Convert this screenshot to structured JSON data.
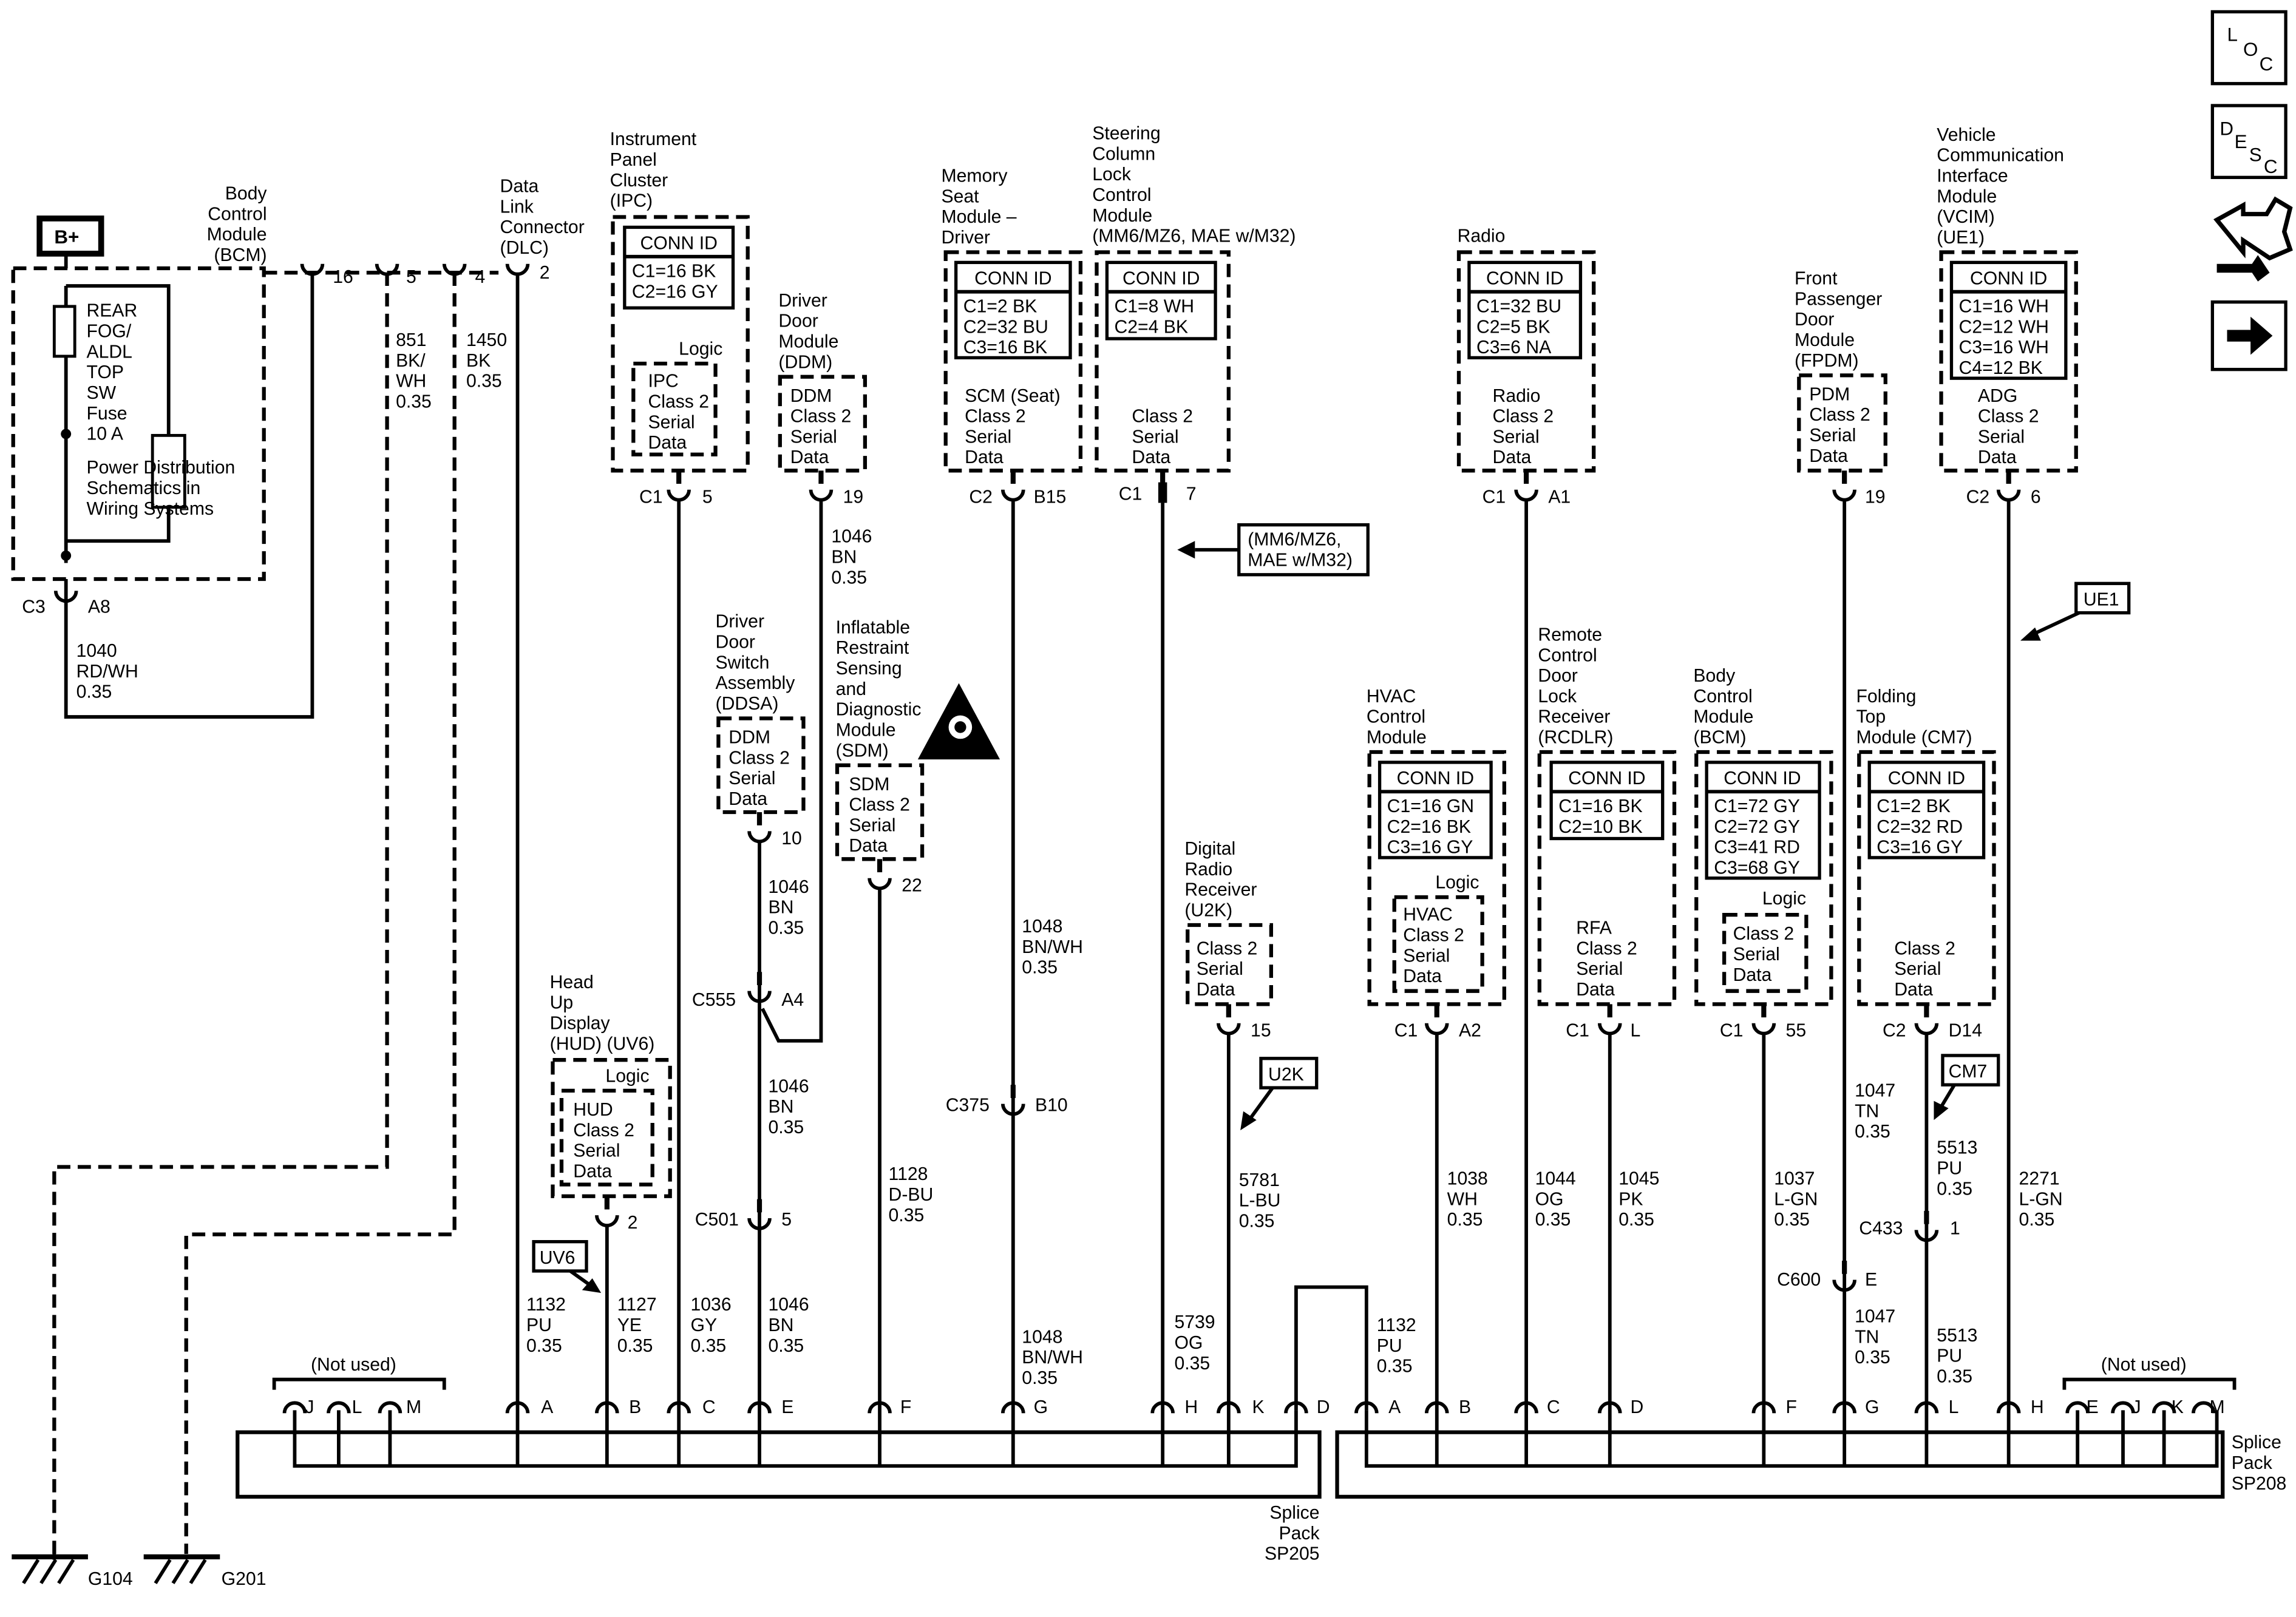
{
  "nav_icons": {
    "loc": [
      "L",
      "O",
      "C"
    ],
    "desc": [
      "D",
      "E",
      "S",
      "C"
    ]
  },
  "power": {
    "bplus": "B+",
    "bcm_title": [
      "Body",
      "Control",
      "Module",
      "(BCM)"
    ],
    "fuse": [
      "REAR",
      "FOG/",
      "ALDL",
      "TOP",
      "SW",
      "Fuse",
      "10 A"
    ],
    "pd_note": [
      "Power Distribution",
      "Schematics in",
      "Wiring Systems"
    ],
    "conn": "C3",
    "pin": "A8",
    "wire": [
      "1040",
      "RD/WH",
      "0.35"
    ],
    "pin16": "16",
    "pin5": "5",
    "pin4": "4",
    "wire851": [
      "851",
      "BK/",
      "WH",
      "0.35"
    ],
    "wire1450": [
      "1450",
      "BK",
      "0.35"
    ]
  },
  "dlc": {
    "title": [
      "Data",
      "Link",
      "Connector",
      "(DLC)"
    ],
    "pin": "2"
  },
  "ipc": {
    "title": [
      "Instrument",
      "Panel",
      "Cluster",
      "(IPC)"
    ],
    "conn_id": "CONN ID",
    "conns": [
      "C1=16 BK",
      "C2=16 GY"
    ],
    "logic": "Logic",
    "inner": [
      "IPC",
      "Class 2",
      "Serial",
      "Data"
    ],
    "conn": "C1",
    "pin": "5"
  },
  "ddm": {
    "title": [
      "Driver",
      "Door",
      "Module",
      "(DDM)"
    ],
    "inner": [
      "DDM",
      "Class 2",
      "Serial",
      "Data"
    ],
    "pin": "19",
    "wire": [
      "1046",
      "BN",
      "0.35"
    ]
  },
  "ddsa": {
    "title": [
      "Driver",
      "Door",
      "Switch",
      "Assembly",
      "(DDSA)"
    ],
    "inner": [
      "DDM",
      "Class 2",
      "Serial",
      "Data"
    ],
    "pin": "10",
    "wire": [
      "1046",
      "BN",
      "0.35"
    ]
  },
  "c555": {
    "conn": "C555",
    "pin": "A4",
    "wire": [
      "1046",
      "BN",
      "0.35"
    ]
  },
  "c501": {
    "conn": "C501",
    "pin": "5",
    "wire": [
      "1046",
      "BN",
      "0.35"
    ]
  },
  "sdm": {
    "title": [
      "Inflatable",
      "Restraint",
      "Sensing",
      "and",
      "Diagnostic",
      "Module",
      "(SDM)"
    ],
    "inner": [
      "SDM",
      "Class 2",
      "Serial",
      "Data"
    ],
    "pin": "22",
    "wire": [
      "1128",
      "D-BU",
      "0.35"
    ]
  },
  "msm": {
    "title": [
      "Memory",
      "Seat",
      "Module –",
      "Driver"
    ],
    "conn_id": "CONN ID",
    "conns": [
      "C1=2 BK",
      "C2=32 BU",
      "C3=16 BK"
    ],
    "inner": [
      "SCM (Seat)",
      "Class 2",
      "Serial",
      "Data"
    ],
    "conn": "C2",
    "pin": "B15",
    "wire_top": [
      "1048",
      "BN/WH",
      "0.35"
    ],
    "c375": "C375",
    "c375pin": "B10",
    "wire_bot": [
      "1048",
      "BN/WH",
      "0.35"
    ]
  },
  "sclcm": {
    "title": [
      "Steering",
      "Column",
      "Lock",
      "Control",
      "Module",
      "(MM6/MZ6, MAE w/M32)"
    ],
    "conn_id": "CONN ID",
    "conns": [
      "C1=8 WH",
      "C2=4 BK"
    ],
    "inner": [
      "Class 2",
      "Serial",
      "Data"
    ],
    "conn": "C1",
    "pin": "7",
    "note": [
      "(MM6/MZ6,",
      "MAE w/M32)"
    ],
    "wire": [
      "5739",
      "OG",
      "0.35"
    ]
  },
  "u2k": {
    "title": [
      "Digital",
      "Radio",
      "Receiver",
      "(U2K)"
    ],
    "inner": [
      "Class 2",
      "Serial",
      "Data"
    ],
    "pin": "15",
    "tag": "U2K",
    "wire": [
      "5781",
      "L-BU",
      "0.35"
    ]
  },
  "hud": {
    "title": [
      "Head",
      "Up",
      "Display",
      "(HUD) (UV6)"
    ],
    "logic": "Logic",
    "inner": [
      "HUD",
      "Class 2",
      "Serial",
      "Data"
    ],
    "pin": "2",
    "tag": "UV6",
    "wire_a": [
      "1132",
      "PU",
      "0.35"
    ],
    "wire_b": [
      "1127",
      "YE",
      "0.35"
    ]
  },
  "ipc_wire": [
    "1036",
    "GY",
    "0.35"
  ],
  "sp205": {
    "not_used": "(Not used)",
    "pins_left": [
      "J",
      "L",
      "M"
    ],
    "pins": [
      "A",
      "B",
      "C",
      "E",
      "F",
      "G",
      "H",
      "K",
      "D"
    ],
    "label": [
      "Splice",
      "Pack",
      "SP205"
    ]
  },
  "radio": {
    "title": "Radio",
    "conn_id": "CONN ID",
    "conns": [
      "C1=32 BU",
      "C2=5 BK",
      "C3=6 NA"
    ],
    "inner": [
      "Radio",
      "Class 2",
      "Serial",
      "Data"
    ],
    "conn": "C1",
    "pin": "A1",
    "wire": [
      "1044",
      "OG",
      "0.35"
    ]
  },
  "hvac": {
    "title": [
      "HVAC",
      "Control",
      "Module"
    ],
    "conn_id": "CONN ID",
    "conns": [
      "C1=16 GN",
      "C2=16 BK",
      "C3=16 GY"
    ],
    "logic": "Logic",
    "inner": [
      "HVAC",
      "Class 2",
      "Serial",
      "Data"
    ],
    "conn": "C1",
    "pin": "A2",
    "wire": [
      "1038",
      "WH",
      "0.35"
    ]
  },
  "rcdlr": {
    "title": [
      "Remote",
      "Control",
      "Door",
      "Lock",
      "Receiver",
      "(RCDLR)"
    ],
    "conn_id": "CONN ID",
    "conns": [
      "C1=16 BK",
      "C2=10 BK"
    ],
    "inner": [
      "RFA",
      "Class 2",
      "Serial",
      "Data"
    ],
    "conn": "C1",
    "pin": "L",
    "wire": [
      "1045",
      "PK",
      "0.35"
    ]
  },
  "bcm2": {
    "title": [
      "Body",
      "Control",
      "Module",
      "(BCM)"
    ],
    "conn_id": "CONN ID",
    "conns": [
      "C1=72 GY",
      "C2=72 GY",
      "C3=41 RD",
      "C3=68 GY"
    ],
    "logic": "Logic",
    "inner": [
      "Class 2",
      "Serial",
      "Data"
    ],
    "conn": "C1",
    "pin": "55",
    "wire": [
      "1037",
      "L-GN",
      "0.35"
    ]
  },
  "fpdm": {
    "title": [
      "Front",
      "Passenger",
      "Door",
      "Module",
      "(FPDM)"
    ],
    "inner": [
      "PDM",
      "Class 2",
      "Serial",
      "Data"
    ],
    "pin": "19",
    "wire_top": [
      "1047",
      "TN",
      "0.35"
    ],
    "c600": "C600",
    "c600pin": "E",
    "wire_bot": [
      "1047",
      "TN",
      "0.35"
    ]
  },
  "cm7": {
    "title": [
      "Folding",
      "Top",
      "Module (CM7)"
    ],
    "conn_id": "CONN ID",
    "conns": [
      "C1=2 BK",
      "C2=32 RD",
      "C3=16 GY"
    ],
    "inner": [
      "Class 2",
      "Serial",
      "Data"
    ],
    "conn": "C2",
    "pin": "D14",
    "tag": "CM7",
    "wire_top": [
      "5513",
      "PU",
      "0.35"
    ],
    "c433": "C433",
    "c433pin": "1",
    "wire_bot": [
      "5513",
      "PU",
      "0.35"
    ]
  },
  "vcim": {
    "title": [
      "Vehicle",
      "Communication",
      "Interface",
      "Module",
      "(VCIM)",
      "(UE1)"
    ],
    "conn_id": "CONN ID",
    "conns": [
      "C1=16 WH",
      "C2=12 WH",
      "C3=16 WH",
      "C4=12 BK"
    ],
    "inner": [
      "ADG",
      "Class 2",
      "Serial",
      "Data"
    ],
    "conn": "C2",
    "pin": "6",
    "tag": "UE1",
    "wire": [
      "2271",
      "L-GN",
      "0.35"
    ]
  },
  "sp208": {
    "wire_a": [
      "1132",
      "PU",
      "0.35"
    ],
    "not_used": "(Not used)",
    "pins": [
      "A",
      "B",
      "C",
      "D",
      "F",
      "G",
      "L",
      "H"
    ],
    "pins_right": [
      "E",
      "J",
      "K",
      "M"
    ],
    "label": [
      "Splice",
      "Pack",
      "SP208"
    ]
  },
  "grounds": [
    "G104",
    "G201"
  ]
}
